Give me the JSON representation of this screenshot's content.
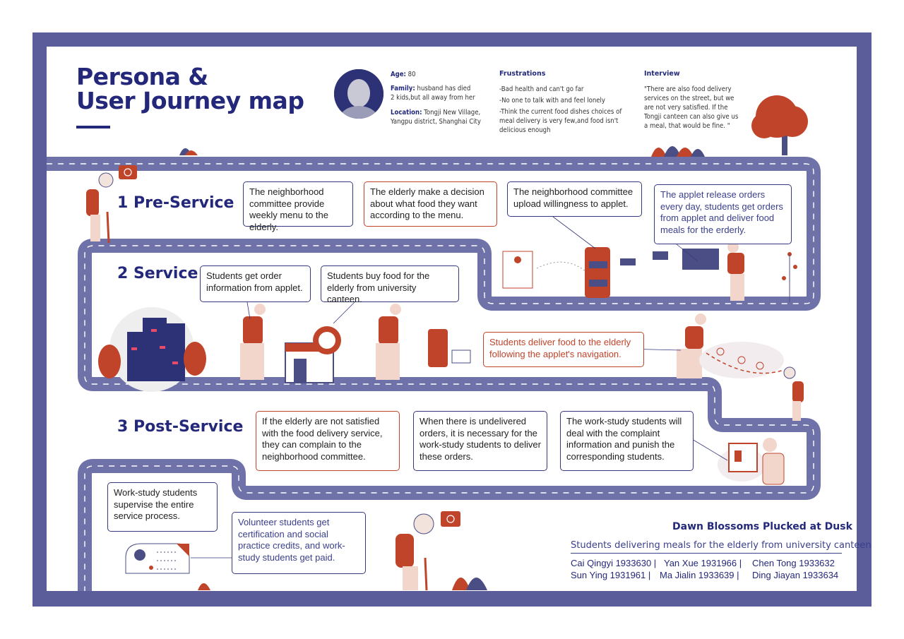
{
  "header": {
    "title_line1": "Persona &",
    "title_line2": "User Journey map"
  },
  "persona": {
    "age_label": "Age:",
    "age": "80",
    "family_label": "Family:",
    "family_line1": "husband has died",
    "family_line2": "2 kids,but all away  from her",
    "location_label": "Location:",
    "location_line1": "Tongji New Village,",
    "location_line2": "Yangpu district, Shanghai City",
    "frustrations_label": "Frustrations",
    "frustrations": [
      "-Bad health and can't go far",
      "-No one to talk with and feel lonely",
      "-Think the current food dishes choices of",
      "meal delivery is very few,and food isn't",
      "delicious enough"
    ],
    "interview_label": "Interview",
    "interview": [
      "\"There are also food delivery",
      "services on the street, but we",
      "are not very satisfied. If the",
      "Tongji canteen can also give us",
      "a meal, that would be fine. \""
    ]
  },
  "stages": {
    "pre": "1 Pre-Service",
    "service": "2 Service",
    "post": "3 Post-Service"
  },
  "steps": {
    "s1": "The neighborhood committee provide weekly menu to the elderly.",
    "s2": "The elderly make a decision about what food they want according to the menu.",
    "s3": "The neighborhood committee upload willingness to applet.",
    "s4": "The applet release orders every day, students get orders from applet and deliver food meals for the erderly.",
    "s5": "Students get order information from applet.",
    "s6": "Students buy food for the elderly from university canteen.",
    "s7": "Students  deliver food to the elderly following the applet's navigation.",
    "s8": "If the elderly are not satisfied with the food delivery service, they can complain to the neighborhood committee.",
    "s9": "When there is undelivered orders, it is necessary for the work-study students to deliver these orders.",
    "s10": "The work-study students will deal with the complaint information and punish the corresponding students.",
    "s11": "Work-study students supervise the entire service process.",
    "s12": "Volunteer students get certification and social practice credits, and work-study students get paid."
  },
  "team": {
    "title": "Dawn Blossoms Plucked at Dusk",
    "subtitle": "Students delivering meals for the elderly from university canteen",
    "row1": [
      "Cai Qingyi 1933630  |",
      "Yan Xue 1931966  |",
      "Chen Tong  1933632"
    ],
    "row2": [
      "Sun Ying 1931961  |",
      "Ma Jialin 1933639  |",
      "Ding Jiayan 1933634"
    ]
  },
  "colors": {
    "navy": "#24287a",
    "road": "#6e72a8",
    "accent_red": "#c0442a"
  }
}
